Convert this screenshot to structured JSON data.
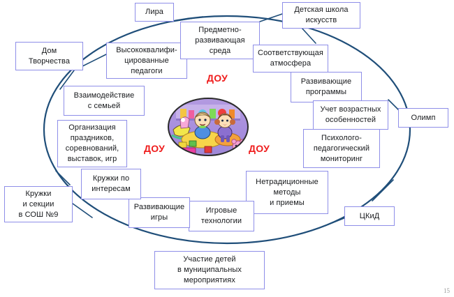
{
  "slide": {
    "page_number": "15",
    "colors": {
      "ellipse_stroke": "#1f4e79",
      "box_border": "#8e8ee8",
      "box_fill": "#ffffff",
      "accent_red": "#ef1c1c",
      "text": "#17191c",
      "page_number": "#9a9a9a"
    }
  },
  "center": {
    "label_top": "ДОУ",
    "label_left": "ДОУ",
    "label_right": "ДОУ",
    "clipart_name": "children-playing-with-toys-oval-illustration"
  },
  "partners": [
    {
      "id": "lira",
      "text": "Лира"
    },
    {
      "id": "dom-tvorchestva",
      "text": "Дом\nТворчества"
    },
    {
      "id": "detskaya-shkola",
      "text": "Детская школа\nискусств"
    },
    {
      "id": "olimp",
      "text": "Олимп"
    },
    {
      "id": "ckid",
      "text": "ЦКиД"
    },
    {
      "id": "kruzhki-sosh",
      "text": "Кружки\nи секции\nв СОШ №9"
    }
  ],
  "nodes": [
    {
      "id": "vysokokvalificirovannye-pedagogi",
      "text": "Высококвалифи-\nцированные\nпедагоги"
    },
    {
      "id": "predmetno-razvivayushchaya-sreda",
      "text": "Предметно-\nразвивающая\nсреда"
    },
    {
      "id": "sootvetstvuyushchaya-atmosfera",
      "text": "Соответствующая\nатмосфера"
    },
    {
      "id": "razvivayushchie-programmy",
      "text": "Развивающие\nпрограммы"
    },
    {
      "id": "uchet-vozrastnyh-osobennostei",
      "text": "Учет возрастных\nособенностей"
    },
    {
      "id": "psihologo-pedagogicheskii-monitoring",
      "text": "Психолого-\nпедагогический\nмониторинг"
    },
    {
      "id": "netradicionnye-metody-i-priemy",
      "text": "Нетрадиционные\nметоды\nи приемы"
    },
    {
      "id": "igrovye-tehnologii",
      "text": "Игровые\nтехнологии"
    },
    {
      "id": "razvivayushchie-igry",
      "text": "Развивающие\nигры"
    },
    {
      "id": "kruzhki-po-interesam",
      "text": "Кружки по\nинтересам"
    },
    {
      "id": "organizaciya-prazdnikov",
      "text": "Организация\nпраздников,\nсоревнований,\nвыставок, игр"
    },
    {
      "id": "vzaimodeistvie-s-semei",
      "text": "Взаимодействие\nс семьей"
    },
    {
      "id": "uchastie-detei-v-meropriyatiyah",
      "text": "Участие детей\nв муниципальных\nмероприятиях"
    }
  ]
}
